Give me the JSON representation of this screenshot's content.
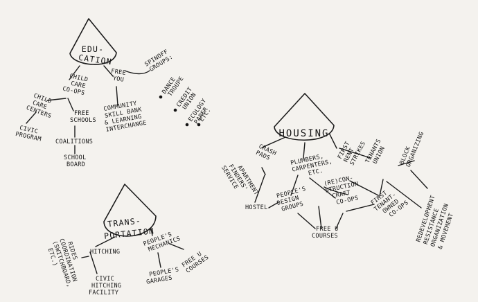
{
  "education": {
    "hub": [
      "EDU-",
      "CATION"
    ],
    "child_care": [
      "CHILD",
      "CARE",
      "CO-OPS"
    ],
    "free_you": [
      "FREE",
      "YOU"
    ],
    "spinoff": [
      "SPINOFF",
      "GROUPS:"
    ],
    "dance": [
      "DANCE",
      "TROUPE"
    ],
    "credit": [
      "CREDIT",
      "UNION"
    ],
    "ecology": [
      "ECOLOGY",
      "PAPER"
    ],
    "etc": "ETC.",
    "child_care_centers": [
      "CHILD",
      "CARE",
      "CENTERS"
    ],
    "free_schools": [
      "FREE",
      "SCHOOLS"
    ],
    "community": [
      "COMMUNITY",
      "SKILL BANK",
      "& LEARNING",
      "INTERCHANGE"
    ],
    "civic_program": [
      "CIVIC",
      "PROGRAM"
    ],
    "coalitions": "COALITIONS",
    "school_board": [
      "SCHOOL",
      "BOARD"
    ]
  },
  "housing": {
    "hub": "HOUSING",
    "crash_pads": [
      "CRASH",
      "PADS"
    ],
    "plumbers": [
      "PLUMBERS,",
      "CARPENTERS,",
      "ETC."
    ],
    "rent_strikes": [
      "FIRST",
      "RENT",
      "STRIKES"
    ],
    "tenants_union": [
      "TENANTS",
      "UNION"
    ],
    "block_org": [
      "BLOCK",
      "ORGANIZING"
    ],
    "apartment_finders": [
      "APARTMENT",
      "FINDERS'",
      "SERVICE"
    ],
    "hostel": "HOSTEL",
    "peoples_design": [
      "PEOPLE'S",
      "DESIGN",
      "GROUPS"
    ],
    "reconstruction": [
      "(RE)CON-",
      "STRUCTION",
      "CRAFT",
      "CO-OPS"
    ],
    "first_tenant": [
      "FIRST",
      "TENANT-",
      "OWNED",
      "CO-OPS"
    ],
    "free_u": [
      "FREE U",
      "COURSES"
    ],
    "redevelopment": [
      "REDEVELOPMENT",
      "RESISTANCE",
      "ORGANIZATION",
      "& MOVEMENT"
    ]
  },
  "transportation": {
    "hub": [
      "TRANS-",
      "PORTATION"
    ],
    "hitching": "HITCHING",
    "peoples_mechanics": [
      "PEOPLE'S",
      "MECHANICS"
    ],
    "free_u": [
      "FREE U",
      "COURSES"
    ],
    "rides": [
      "RIDES",
      "COORDINATION",
      "(SWITCHBOARD,",
      "ETC.)"
    ],
    "civic_hitching": [
      "CIVIC",
      "HITCHING",
      "FACILITY"
    ],
    "peoples_garages": [
      "PEOPLE'S",
      "GARAGES"
    ]
  }
}
